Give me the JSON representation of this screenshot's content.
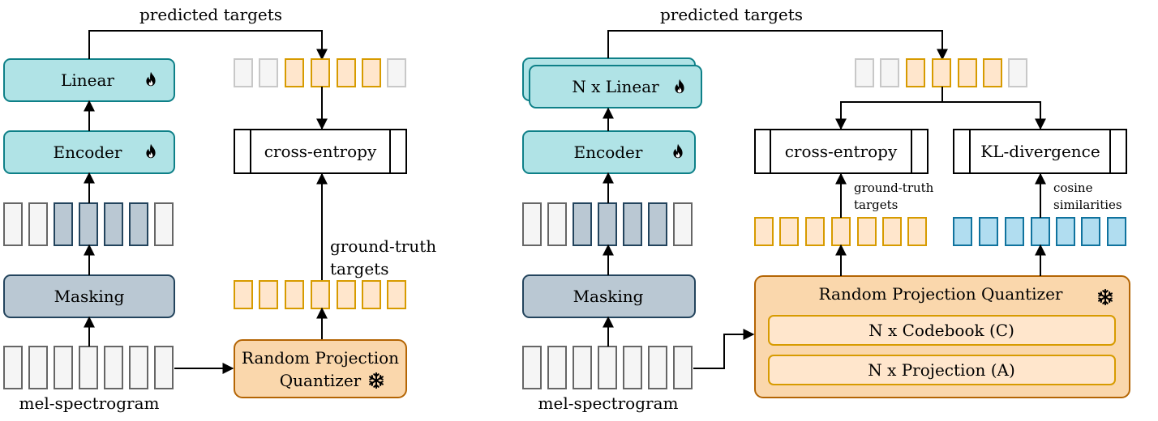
{
  "left_panel": {
    "predicted_label": "predicted targets",
    "linear_label": "Linear",
    "encoder_label": "Encoder",
    "masking_label": "Masking",
    "cross_entropy_label": "cross-entropy",
    "ground_truth_label_1": "ground-truth",
    "ground_truth_label_2": "targets",
    "rpq_label_1": "Random Projection",
    "rpq_label_2": "Quantizer",
    "mel_label": "mel-spectrogram"
  },
  "right_panel": {
    "predicted_label": "predicted targets",
    "linear_label": "N x Linear",
    "encoder_label": "Encoder",
    "masking_label": "Masking",
    "cross_entropy_label": "cross-entropy",
    "kl_label": "KL-divergence",
    "ground_truth_label_1": "ground-truth",
    "ground_truth_label_2": "targets",
    "cosine_label_1": "cosine",
    "cosine_label_2": "similarities",
    "rpq_label": "Random Projection Quantizer",
    "codebook_label": "N x Codebook (C)",
    "projection_label": "N x Projection (A)",
    "mel_label": "mel-spectrogram"
  },
  "icons": {
    "trainable": "flame-icon",
    "frozen": "snowflake-icon"
  },
  "colors": {
    "teal_fill": "#b0e3e6",
    "teal_stroke": "#0e8088",
    "gray_fill": "#bac8d3",
    "gray_stroke": "#23445d",
    "orange_fill": "#fad7ac",
    "orange_stroke": "#b46504",
    "token_orange": "#ffe6cc",
    "token_orange_stroke": "#d79b00",
    "token_blue": "#b1ddf0",
    "token_blue_stroke": "#10739e"
  }
}
